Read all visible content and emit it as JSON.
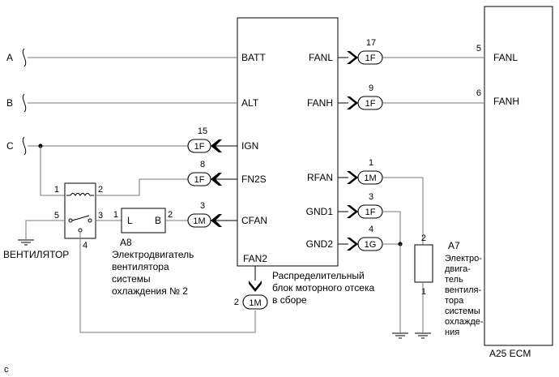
{
  "inputs": {
    "a": "A",
    "b": "B",
    "c": "C"
  },
  "block": {
    "pins_left": {
      "batt": "BATT",
      "alt": "ALT",
      "ign": "IGN",
      "fn2s": "FN2S",
      "cfan": "CFAN"
    },
    "pins_right": {
      "fanl": "FANL",
      "fanh": "FANH",
      "rfan": "RFAN",
      "gnd1": "GND1",
      "gnd2": "GND2"
    },
    "bottom_pin": "FAN2",
    "caption": [
      "Распределительный",
      "блок моторного отсека",
      "в сборе"
    ]
  },
  "connectors": {
    "ign": {
      "pin": "15",
      "code": "1F"
    },
    "fn2s": {
      "pin": "8",
      "code": "1F"
    },
    "cfan": {
      "pin": "3",
      "code": "1M"
    },
    "fanl": {
      "pin": "17",
      "code": "1F"
    },
    "fanh": {
      "pin": "9",
      "code": "1F"
    },
    "rfan": {
      "pin": "1",
      "code": "1M"
    },
    "gnd1": {
      "pin": "3",
      "code": "1F"
    },
    "gnd2": {
      "pin": "4",
      "code": "1G"
    },
    "fan2": {
      "pin": "2",
      "code": "1M"
    }
  },
  "relay": {
    "pins": {
      "p1": "1",
      "p2": "2",
      "p3": "3",
      "p4": "4",
      "p5": "5"
    },
    "label": "ВЕНТИЛЯТОР"
  },
  "motor_a8": {
    "id": "A8",
    "term_l": "L",
    "term_b": "B",
    "pin_left": "1",
    "pin_right": "2",
    "caption": [
      "Электродвигатель",
      "вентилятора",
      "системы",
      "охлаждения № 2"
    ]
  },
  "motor_a7": {
    "id": "A7",
    "pin_top": "2",
    "pin_bottom": "1",
    "caption": [
      "Электро-",
      "двига-",
      "тель",
      "вентиля-",
      "тора",
      "системы",
      "охлажде-",
      "ния"
    ]
  },
  "ecm": {
    "label": "A25  ECM",
    "pins": {
      "fanl": {
        "num": "5",
        "name": "FANL"
      },
      "fanh": {
        "num": "6",
        "name": "FANH"
      }
    }
  },
  "corner_mark": "c"
}
